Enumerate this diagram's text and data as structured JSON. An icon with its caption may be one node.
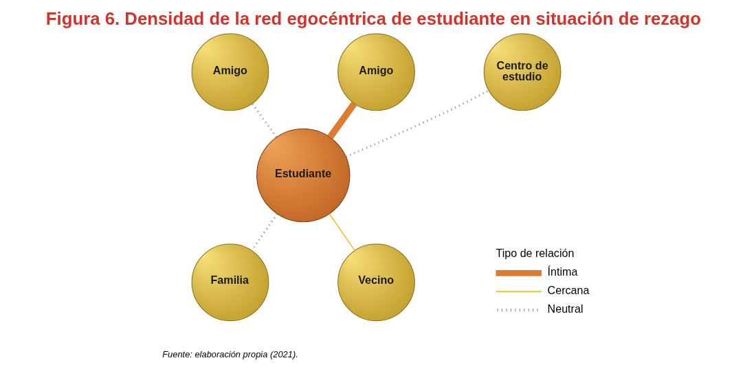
{
  "diagram": {
    "title": "Figura 6. Densidad de la red egocéntrica de estudiante en situación de rezago",
    "caption": "Fuente: elaboración propia (2021).",
    "nodes": [
      {
        "text": [
          "Amigo"
        ]
      },
      {
        "text": [
          "Amigo"
        ]
      },
      {
        "text": [
          "Centro de estudio"
        ]
      },
      {
        "text": [
          "Estudiante"
        ]
      },
      {
        "text": [
          "Familia"
        ]
      },
      {
        "text": [
          "Vecino"
        ]
      }
    ],
    "edges": [
      {
        "from": 3,
        "to": 0,
        "arrow": "none",
        "style": "dashed"
      },
      {
        "from": 3,
        "to": 1,
        "arrow": "none",
        "style": "thick",
        "color": "#e07a2c"
      },
      {
        "from": 3,
        "to": 2,
        "arrow": "none",
        "style": "dashed"
      },
      {
        "from": 3,
        "to": 4,
        "arrow": "none",
        "style": "dashed"
      },
      {
        "from": 3,
        "to": 5,
        "arrow": "none",
        "color": "#f2c230"
      }
    ],
    "labels": [
      "Tipo de relación"
    ],
    "legend": [
      {
        "text": "Íntima"
      },
      {
        "text": "Cercana"
      },
      {
        "text": "Neutral"
      }
    ]
  }
}
